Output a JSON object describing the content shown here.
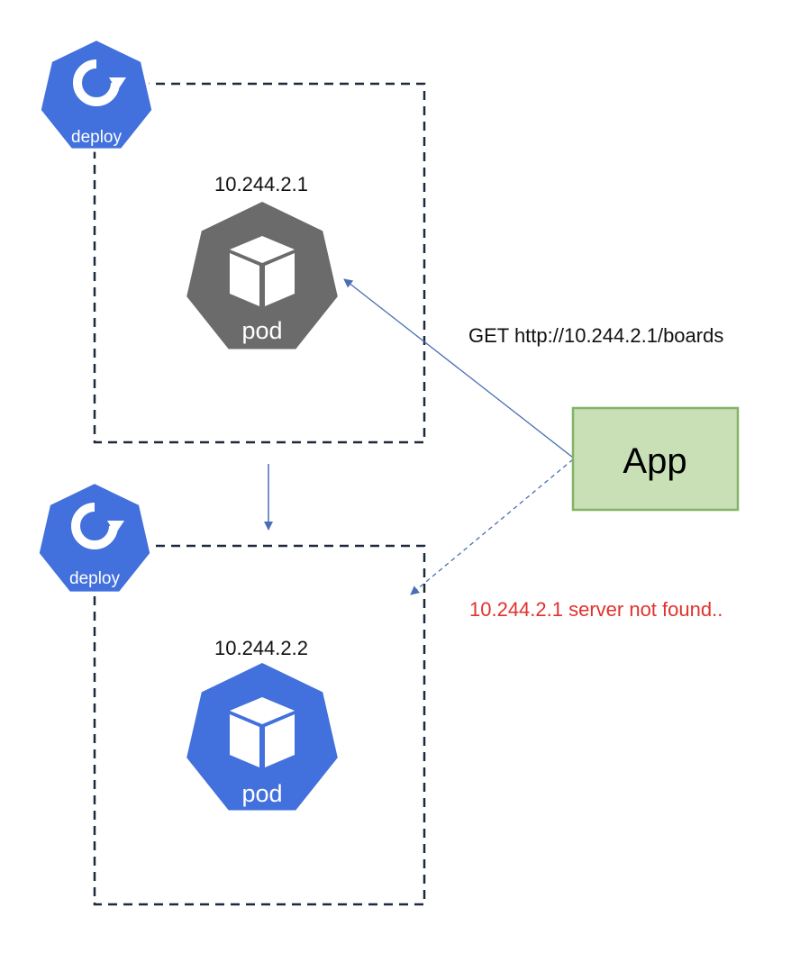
{
  "colors": {
    "deploy_icon": "#4270dc",
    "pod_old": "#6b6b6b",
    "pod_new": "#4270dc",
    "box_border": "#1e2a3c",
    "arrow": "#4a6fb5",
    "app_fill": "#c9dfb6",
    "app_border": "#82b366",
    "error_text": "#e0322d"
  },
  "deployments": [
    {
      "icon_label": "deploy",
      "pod_ip": "10.244.2.1",
      "pod_label": "pod",
      "pod_state": "old"
    },
    {
      "icon_label": "deploy",
      "pod_ip": "10.244.2.2",
      "pod_label": "pod",
      "pod_state": "new"
    }
  ],
  "app": {
    "label": "App"
  },
  "request": {
    "label": "GET http://10.244.2.1/boards"
  },
  "error": {
    "label": "10.244.2.1 server not found.."
  }
}
